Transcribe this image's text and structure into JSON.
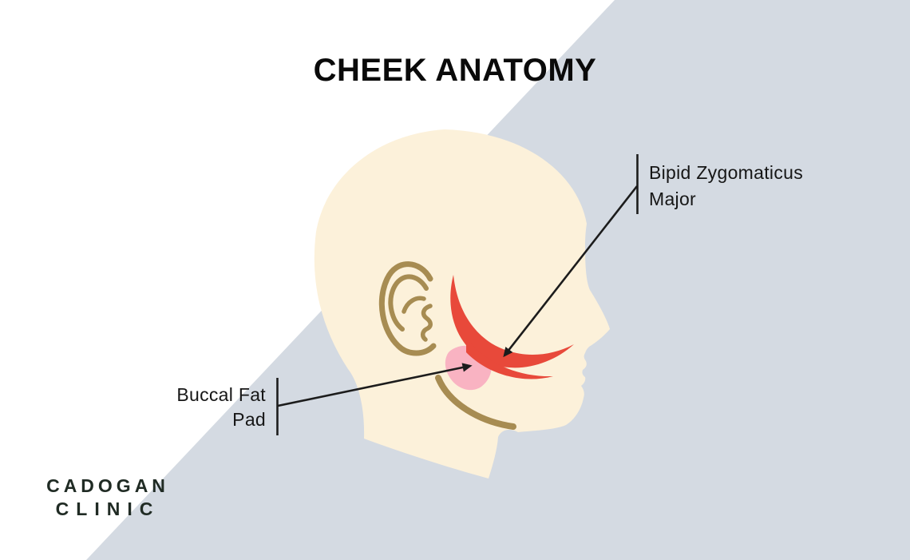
{
  "title": "CHEEK ANATOMY",
  "annotations": {
    "bipid": {
      "line1": "Bipid Zygomaticus",
      "line2": "Major"
    },
    "buccal": {
      "line1": "Buccal Fat",
      "line2": "Pad"
    }
  },
  "logo": {
    "line1": "CADOGAN",
    "line2": "CLINIC"
  },
  "colors": {
    "background": "#FFFFFF",
    "triangle_gray": "#D4DAE2",
    "skin_cream": "#FCF1DA",
    "outline_tan": "#A78C52",
    "muscle_red": "#E8493A",
    "fat_pad_pink": "#F9B3C2",
    "annotation_black": "#1C1C1C",
    "title_black": "#0A0A0A",
    "logo_green": "#202B24"
  },
  "illustration": {
    "figure": "head-side-profile",
    "labeled_parts": [
      "bipid-zygomaticus-major-muscle",
      "buccal-fat-pad"
    ]
  }
}
